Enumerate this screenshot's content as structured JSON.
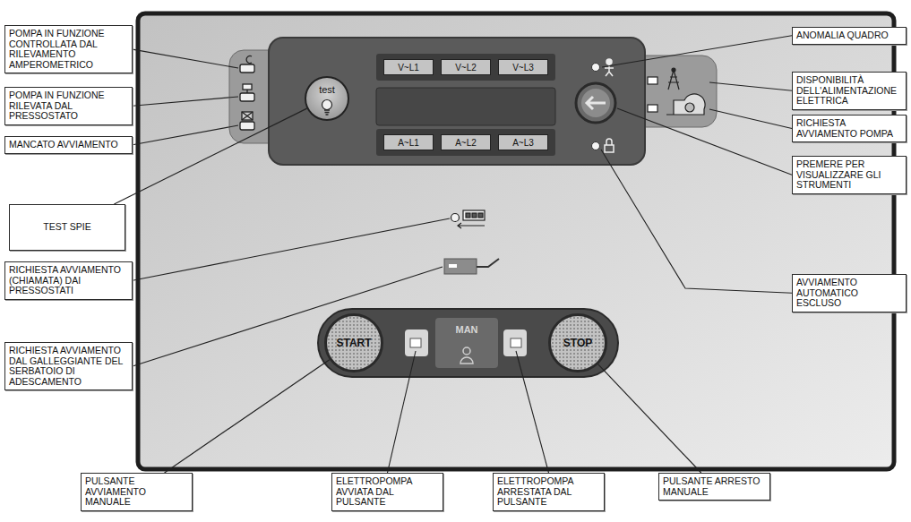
{
  "diagram": {
    "nodes": [
      {
        "text": [
          "POMPA IN FUNZIONE CONTROLLATA DAL RILEVAMENTO AMPEROMETRICO"
        ]
      },
      {
        "text": [
          "POMPA IN FUNZIONE RILEVATA DAL PRESSOSTATO"
        ]
      },
      {
        "text": [
          "MANCATO AVVIAMENTO"
        ]
      },
      {
        "text": [
          "TEST SPIE"
        ]
      },
      {
        "text": [
          "RICHIESTA AVVIAMENTO (CHIAMATA) DAI PRESSOSTATI"
        ]
      },
      {
        "text": [
          "RICHIESTA AVVIAMENTO DAL GALLEGGIANTE DEL SERBATOIO DI ADESCAMENTO"
        ]
      },
      {
        "text": [
          "ANOMALIA QUADRO"
        ]
      },
      {
        "text": [
          "DISPONIBILITÀ DELL'ALIMENTAZIONE ELETTRICA"
        ]
      },
      {
        "text": [
          "RICHIESTA AVVIAMENTO POMPA"
        ]
      },
      {
        "text": [
          "PREMERE PER VISUALIZZARE GLI STRUMENTI"
        ]
      },
      {
        "text": [
          "AVVIAMENTO AUTOMATICO ESCLUSO"
        ]
      },
      {
        "text": [
          "test"
        ]
      },
      {
        "text": [
          "V~L1"
        ]
      },
      {
        "text": [
          "V~L2"
        ]
      },
      {
        "text": [
          "V~L3"
        ]
      },
      {
        "text": [
          "A~L1"
        ]
      },
      {
        "text": [
          "A~L2"
        ]
      },
      {
        "text": [
          "A~L3"
        ]
      },
      {
        "text": [
          "START"
        ]
      },
      {
        "text": [
          "STOP"
        ]
      },
      {
        "text": [
          "PULSANTE AVVIAMENTO MANUALE"
        ]
      },
      {
        "text": [
          "ELETTROPOMPA AVVIATA DAL PULSANTE"
        ]
      },
      {
        "text": [
          "ELETTROPOMPA ARRESTATA DAL PULSANTE"
        ]
      },
      {
        "text": [
          "PULSANTE ARRESTO MANUALE"
        ]
      }
    ],
    "edges": [
      {
        "from": 3,
        "to": 11,
        "arrow": "none"
      },
      {
        "from": 20,
        "to": 18,
        "arrow": "none"
      },
      {
        "from": 23,
        "to": 19,
        "arrow": "none"
      }
    ],
    "labels": [
      "MAN"
    ]
  }
}
